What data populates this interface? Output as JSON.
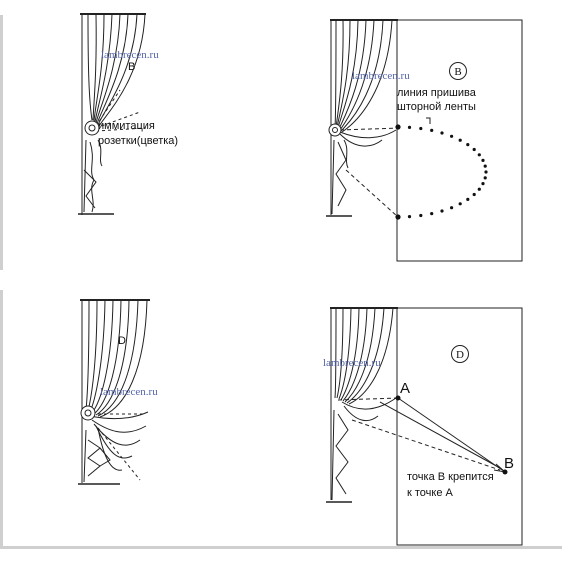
{
  "watermarks": [
    "lambrecen.ru",
    "lambrecen.ru",
    "lambrecen.ru",
    "lambrecen.ru"
  ],
  "panel1": {
    "letter": "B",
    "note_line1": "иммитация",
    "note_line2": "розетки(цветка)"
  },
  "panel2": {
    "circle_label": "B",
    "note_line1": "линия пришива",
    "note_line2": "шторной ленты"
  },
  "panel3": {
    "letter": "D"
  },
  "panel4": {
    "circle_label": "D",
    "point_a": "A",
    "point_b": "B",
    "note_line1": "точка B крепится",
    "note_line2": "к точке A"
  },
  "colors": {
    "line": "#222222",
    "frame_bar": "#cfcfcf",
    "watermark": "#5566aa"
  }
}
